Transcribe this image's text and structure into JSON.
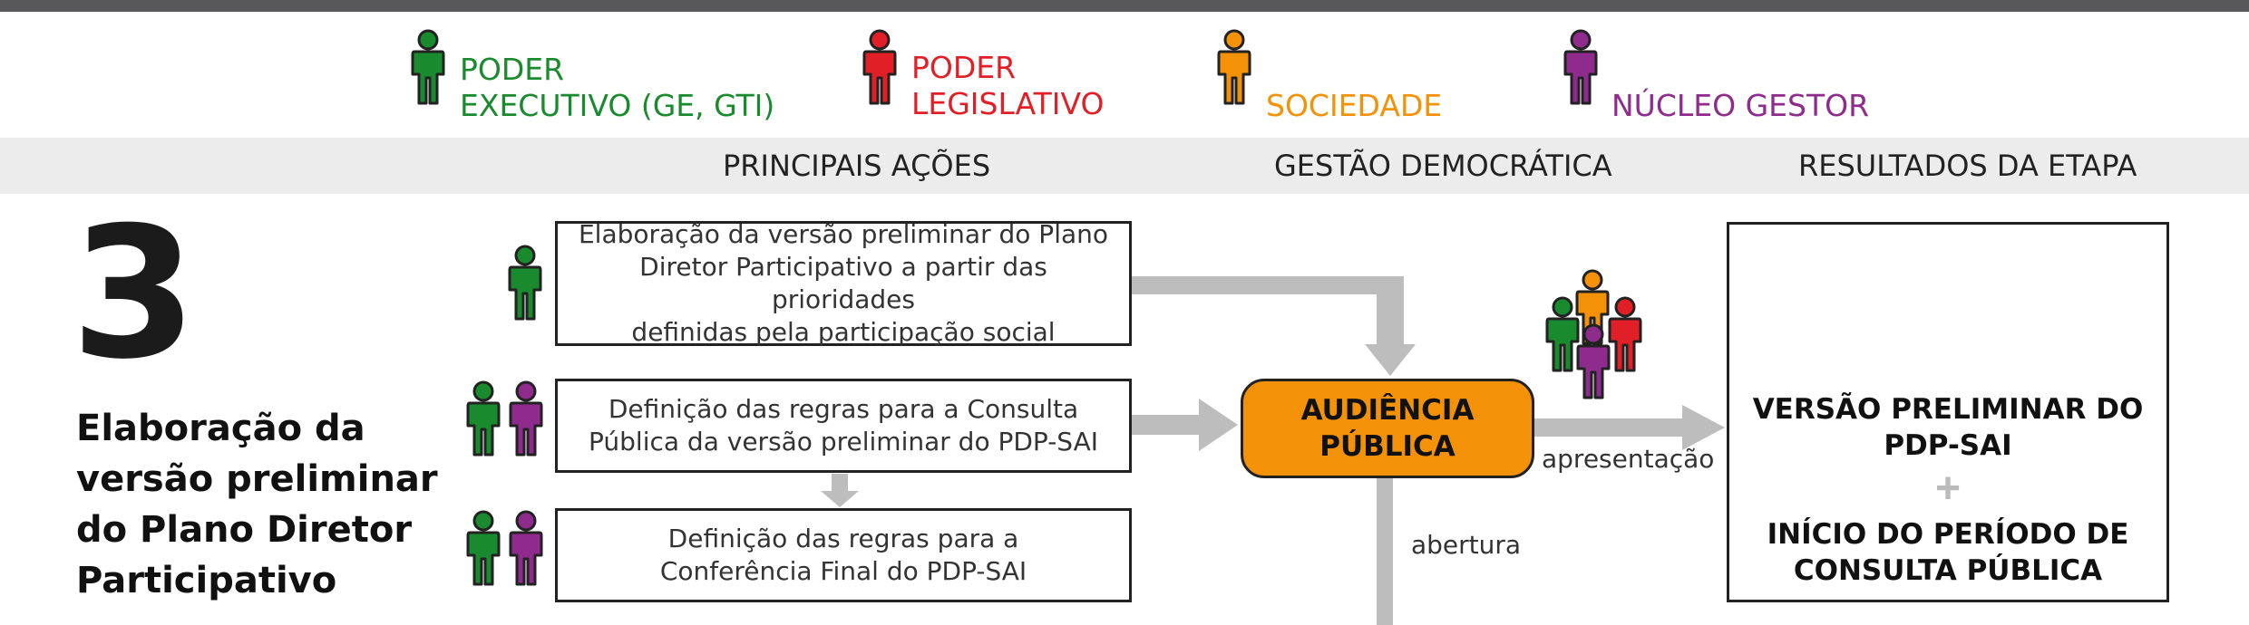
{
  "colors": {
    "executivo": "#1a8a2e",
    "legislativo": "#e01f26",
    "sociedade": "#f39209",
    "nucleo": "#8e2b8d",
    "arrow": "#bdbdbd",
    "audiencia": "#f39209"
  },
  "legend": [
    {
      "line1": "PODER",
      "line2": "EXECUTIVO (GE, GTI)"
    },
    {
      "line1": "PODER",
      "line2": "LEGISLATIVO"
    },
    {
      "line1": "",
      "line2": "SOCIEDADE"
    },
    {
      "line1": "",
      "line2": "NÚCLEO GESTOR"
    }
  ],
  "columns": {
    "acoes": "PRINCIPAIS AÇÕES",
    "gestao": "GESTÃO DEMOCRÁTICA",
    "resultados": "RESULTADOS DA ETAPA"
  },
  "step": {
    "number": "3",
    "title_lines": [
      "Elaboração da",
      "versão preliminar",
      "do Plano Diretor",
      "Participativo"
    ]
  },
  "actions": [
    {
      "lines": [
        "Elaboração da versão preliminar do Plano",
        "Diretor Participativo a partir das prioridades",
        "definidas pela participação social"
      ]
    },
    {
      "lines": [
        "Definição das regras para a Consulta",
        "Pública da versão preliminar do PDP-SAI"
      ]
    },
    {
      "lines": [
        "Definição das regras para a",
        "Conferência Final do PDP-SAI"
      ]
    }
  ],
  "audiencia": {
    "lines": [
      "AUDIÊNCIA",
      "PÚBLICA"
    ]
  },
  "flow_labels": {
    "apresentacao": "apresentação",
    "abertura": "abertura"
  },
  "results": {
    "first_lines": [
      "VERSÃO PRELIMINAR DO",
      "PDP-SAI"
    ],
    "plus": "+",
    "second_lines": [
      "INÍCIO DO PERÍODO DE",
      "CONSULTA PÚBLICA"
    ]
  },
  "icons": {
    "target": "target-arrow-icon",
    "person": "person-icon"
  }
}
